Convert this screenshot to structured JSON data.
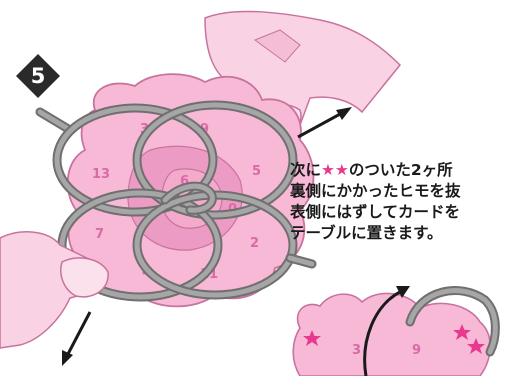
{
  "step": {
    "number": "5",
    "badge_color": "#2a2a2a"
  },
  "card_numbers": [
    "3",
    "9",
    "13",
    "6",
    "5",
    "0",
    "7",
    "2",
    "4",
    "11"
  ],
  "mini_card_numbers": [
    "3",
    "9"
  ],
  "instructions": {
    "line1_before": "次に",
    "line1_stars": "★★",
    "line1_after": "のついた2ヶ所",
    "line2": "裏側にかかったヒモを抜",
    "line3": "表側にはずしてカードを",
    "line4": "テーブルに置きます。"
  },
  "colors": {
    "card_pink": "#f7b9d6",
    "card_dark": "#ec9cc4",
    "card_outline": "#c8739e",
    "hand_pink": "#f9d2e3",
    "cord_gray": "#8c8c8c",
    "star_pink": "#e8398f",
    "arrow": "#1a1a1a"
  },
  "icons": [
    "arrow-right-up-icon",
    "arrow-down-left-icon",
    "curved-arrow-icon",
    "star-icon"
  ]
}
